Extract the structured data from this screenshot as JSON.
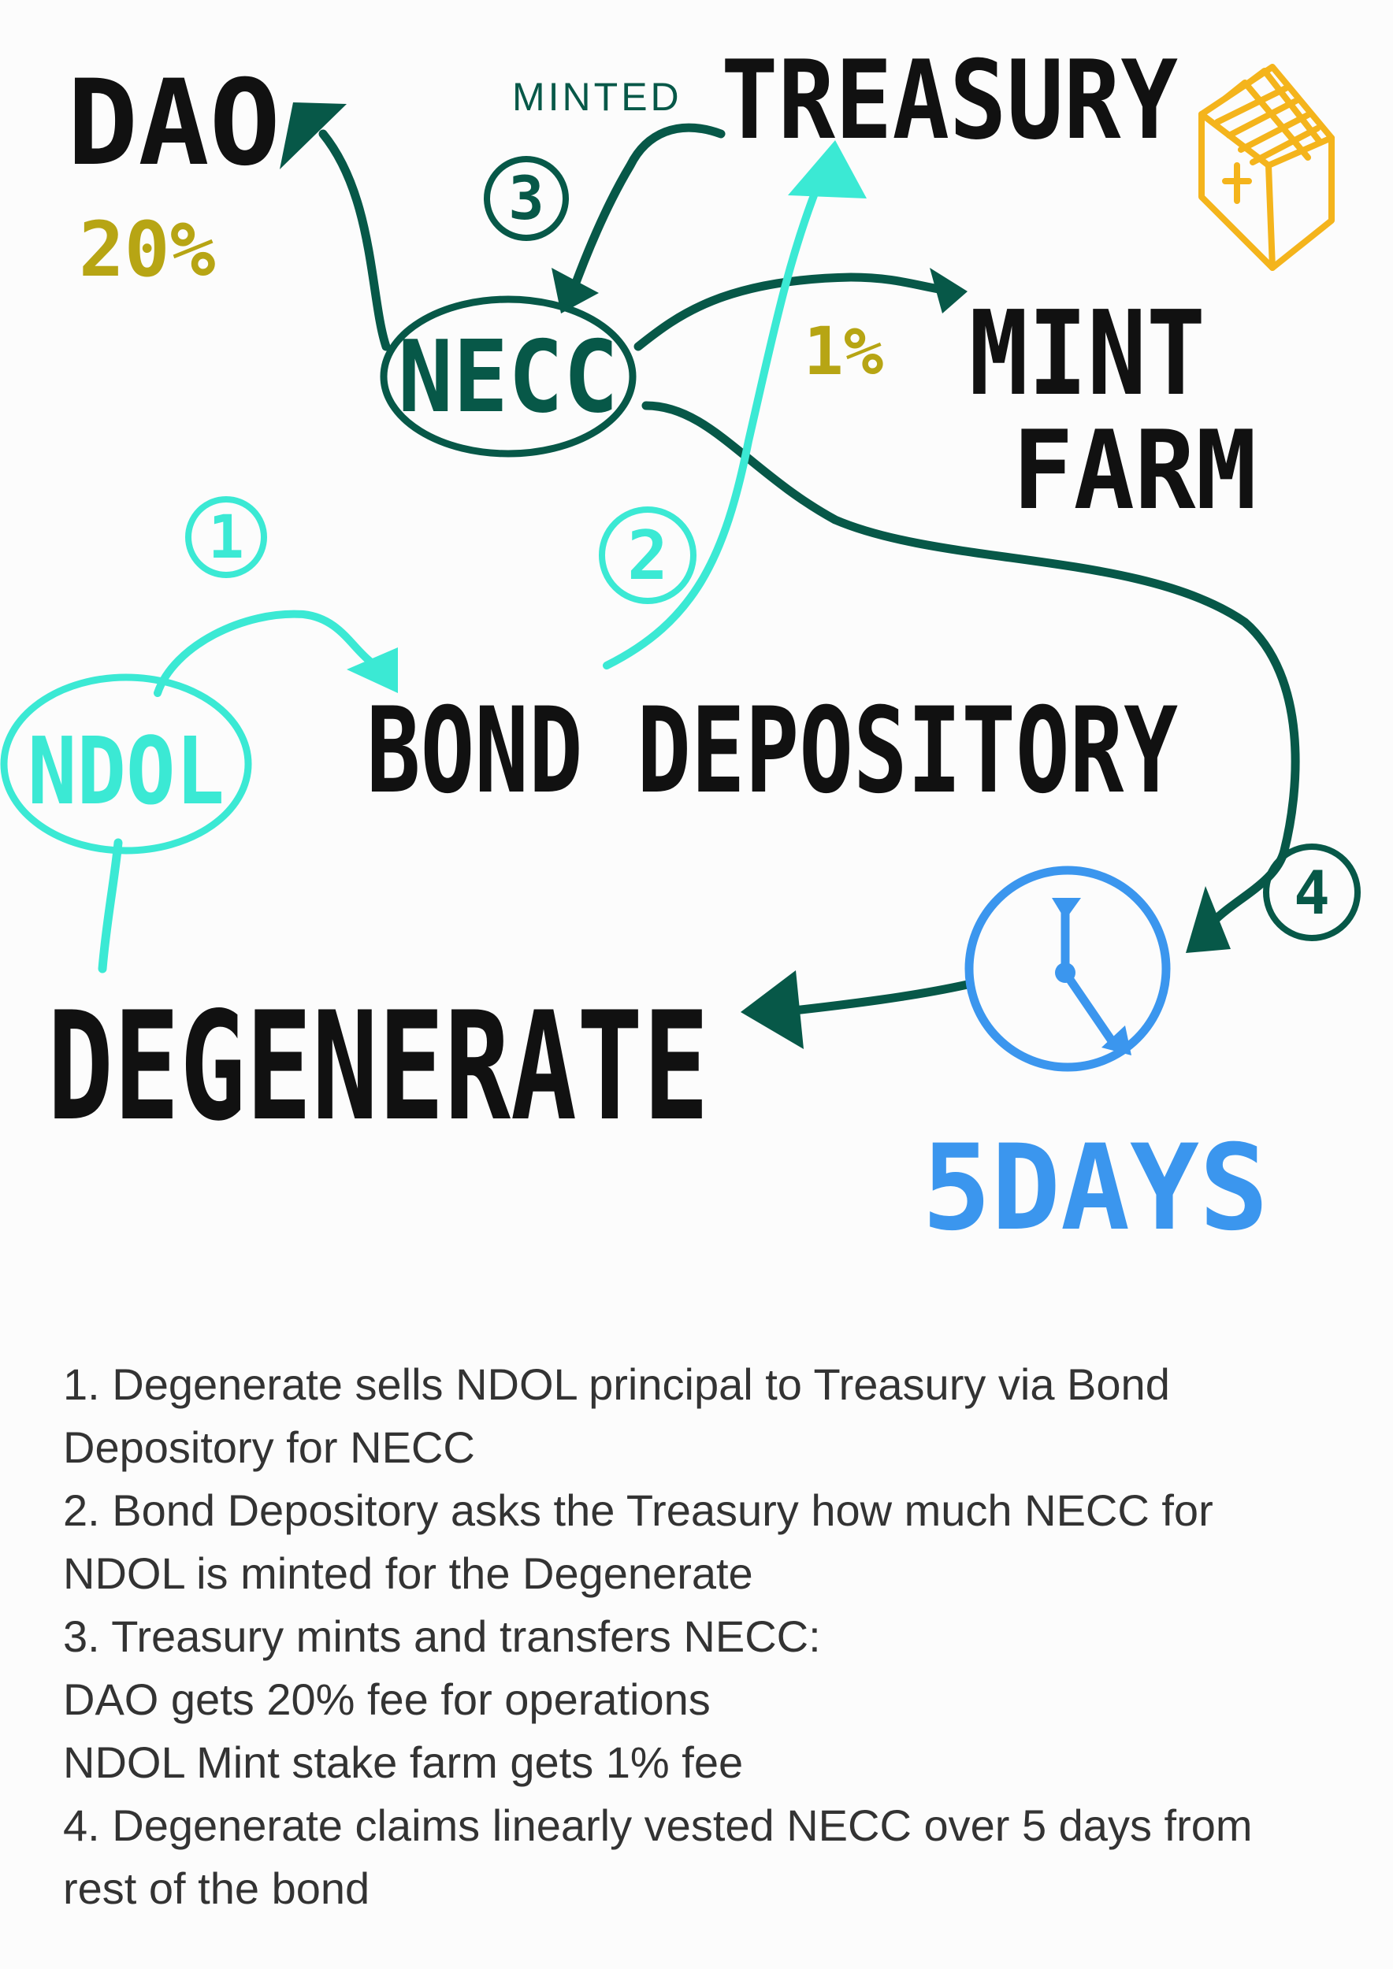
{
  "colors": {
    "black": "#111111",
    "dark_teal": "#075848",
    "cyan": "#3be9d4",
    "olive": "#b7a514",
    "orange": "#f4b41c",
    "blue": "#3b96ee",
    "text": "#333333"
  },
  "labels": {
    "dao": "DAO",
    "dao_fee": "20%",
    "minted": "MINTED",
    "treasury": "TREASURY",
    "mint": "MINT",
    "farm": "FARM",
    "farm_fee": "1%",
    "necc": "NECC",
    "ndol": "NDOL",
    "bond_depository": "BOND DEPOSITORY",
    "degenerate": "DEGENERATE",
    "days": "5DAYS"
  },
  "steps": {
    "s1": "1",
    "s2": "2",
    "s3": "3",
    "s4": "4"
  },
  "icons": {
    "treasury": "battery-icon",
    "vesting": "clock-icon"
  },
  "notes": [
    "1. Degenerate sells NDOL principal to Treasury via Bond",
    "Depository for NECC",
    "2. Bond Depository asks the Treasury how much NECC for",
    "NDOL is minted for the Degenerate",
    "3. Treasury mints and transfers NECC:",
    "DAO gets 20% fee for operations",
    "NDOL Mint stake farm gets 1% fee",
    "4. Degenerate claims linearly vested NECC over 5 days from",
    "rest of the bond"
  ]
}
